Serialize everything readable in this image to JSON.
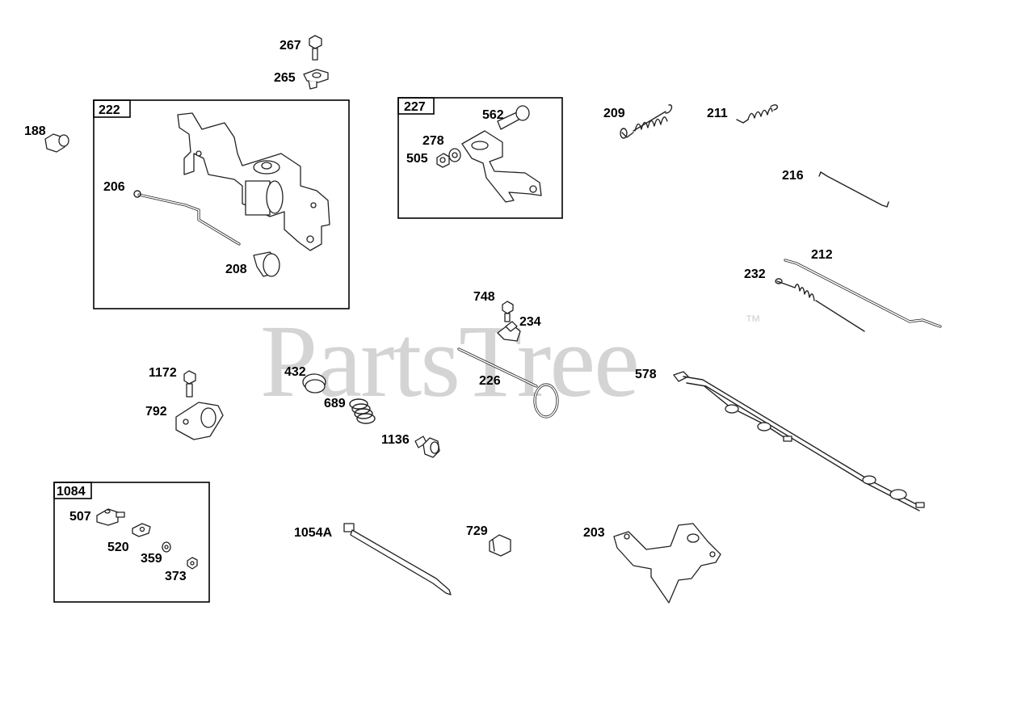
{
  "watermark": {
    "text": "PartsTree",
    "trademark": "™"
  },
  "boxes": [
    {
      "id": "222"
    },
    {
      "id": "227"
    },
    {
      "id": "1084"
    }
  ],
  "labels": [
    "267",
    "265",
    "188",
    "206",
    "208",
    "562",
    "278",
    "505",
    "209",
    "211",
    "216",
    "212",
    "232",
    "748",
    "234",
    "226",
    "578",
    "1172",
    "792",
    "432",
    "689",
    "1136",
    "507",
    "520",
    "359",
    "373",
    "1054A",
    "729",
    "203"
  ]
}
